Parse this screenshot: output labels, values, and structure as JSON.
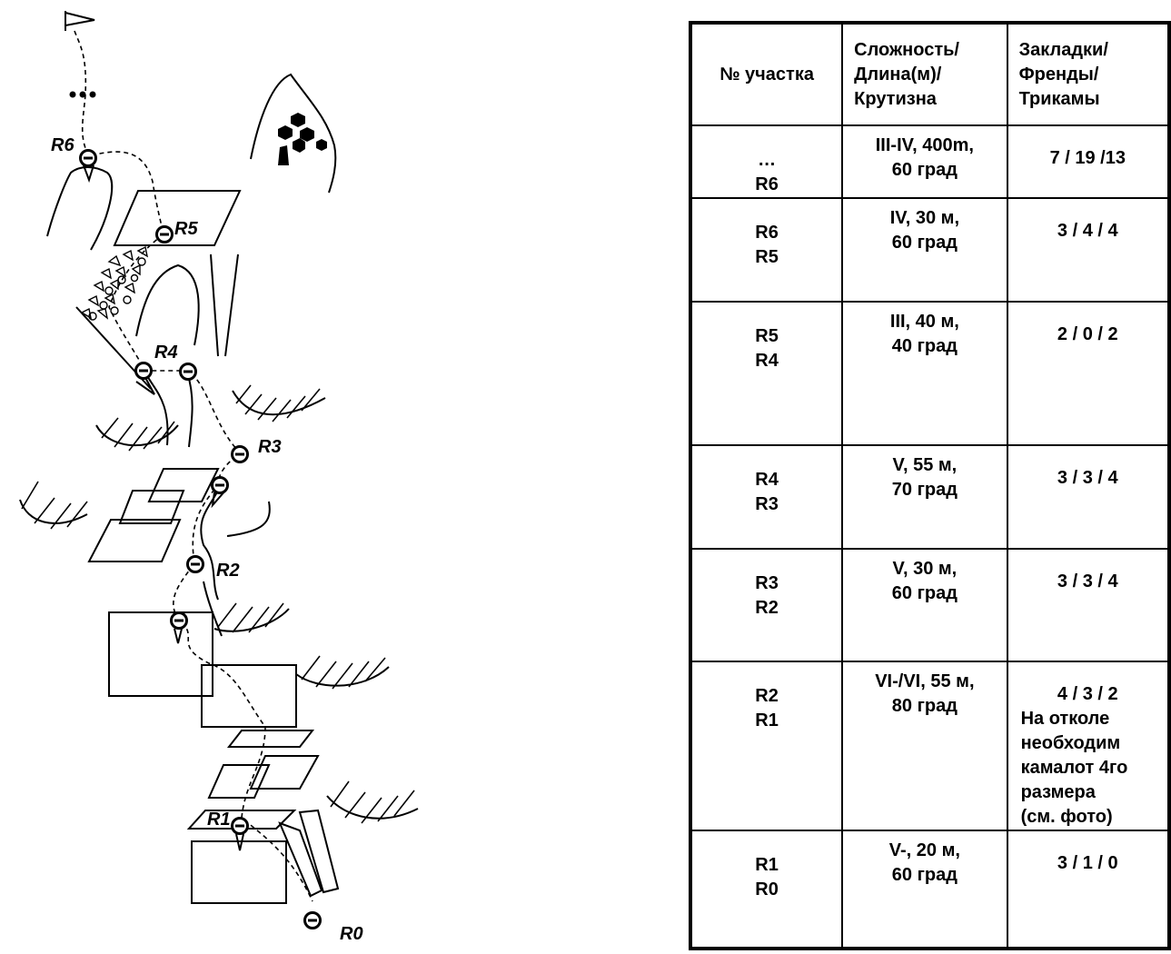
{
  "topo": {
    "belay_labels": [
      "R6",
      "R5",
      "R4",
      "R3",
      "R2",
      "R1",
      "R0"
    ],
    "icons": {
      "summit_flag": "flag-icon",
      "continuation": "ellipsis-dots-icon",
      "belay": "belay-anchor-icon",
      "snow_patch": "snow-patch-icon"
    }
  },
  "table": {
    "headers": {
      "section": "№ участка",
      "difficulty": "Сложность/\nДлина(м)/\nКрутизна",
      "gear": "Закладки/\nФренды/\nТрикамы"
    },
    "rows": [
      {
        "section": "…\nR6",
        "difficulty": "III-IV, 400m,\n60 град",
        "gear": "7 / 19 /13",
        "note": ""
      },
      {
        "section": "R6\nR5",
        "difficulty": "IV, 30 м,\n60 град",
        "gear": "3 / 4 / 4",
        "note": ""
      },
      {
        "section": "R5\nR4",
        "difficulty": "III, 40 м,\n40 град",
        "gear": "2 / 0 / 2",
        "note": ""
      },
      {
        "section": "R4\nR3",
        "difficulty": "V, 55 м,\n70 град",
        "gear": "3 / 3 / 4",
        "note": ""
      },
      {
        "section": "R3\nR2",
        "difficulty": "V, 30 м,\n60 град",
        "gear": "3 / 3 / 4",
        "note": ""
      },
      {
        "section": "R2\nR1",
        "difficulty": "VI-/VI, 55 м,\n80 град",
        "gear": "4 / 3 / 2",
        "note": "На отколе\nнеобходим\nкамалот 4го\nразмера\n(см. фото)"
      },
      {
        "section": "R1\nR0",
        "difficulty": "V-, 20 м,\n60 град",
        "gear": "3 / 1 / 0",
        "note": ""
      }
    ]
  }
}
